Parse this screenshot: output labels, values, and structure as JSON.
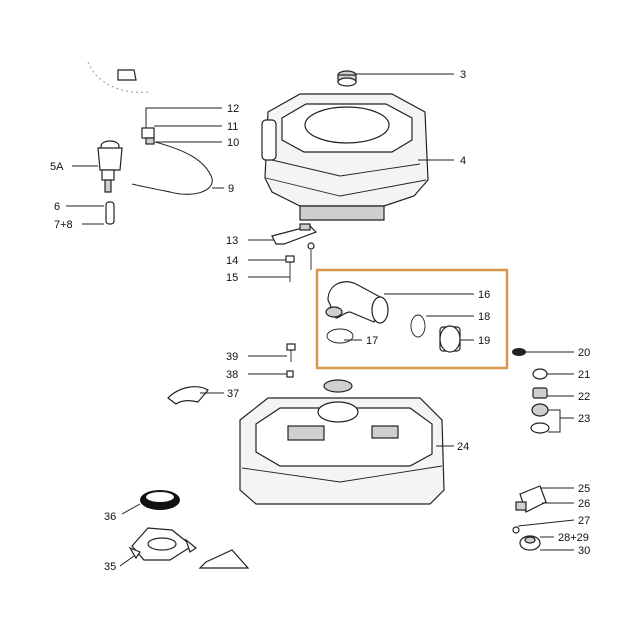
{
  "labels": {
    "l1": "3",
    "l2": "12",
    "l3": "11",
    "l4": "10",
    "l5": "5A",
    "l6": "4",
    "l7": "9",
    "l8": "6",
    "l9": "7+8",
    "l10": "13",
    "l11": "14",
    "l12": "15",
    "l13": "16",
    "l14": "18",
    "l15": "17",
    "l16": "19",
    "l17": "20",
    "l18": "39",
    "l19": "38",
    "l20": "37",
    "l21": "21",
    "l22": "22",
    "l23": "23",
    "l24": "24",
    "l25": "25",
    "l26": "26",
    "l27": "27",
    "l28": "28+29",
    "l29": "30",
    "l30": "36",
    "l31": "35"
  },
  "colors": {
    "highlight_box": "#d9974a",
    "line": "#222222"
  }
}
